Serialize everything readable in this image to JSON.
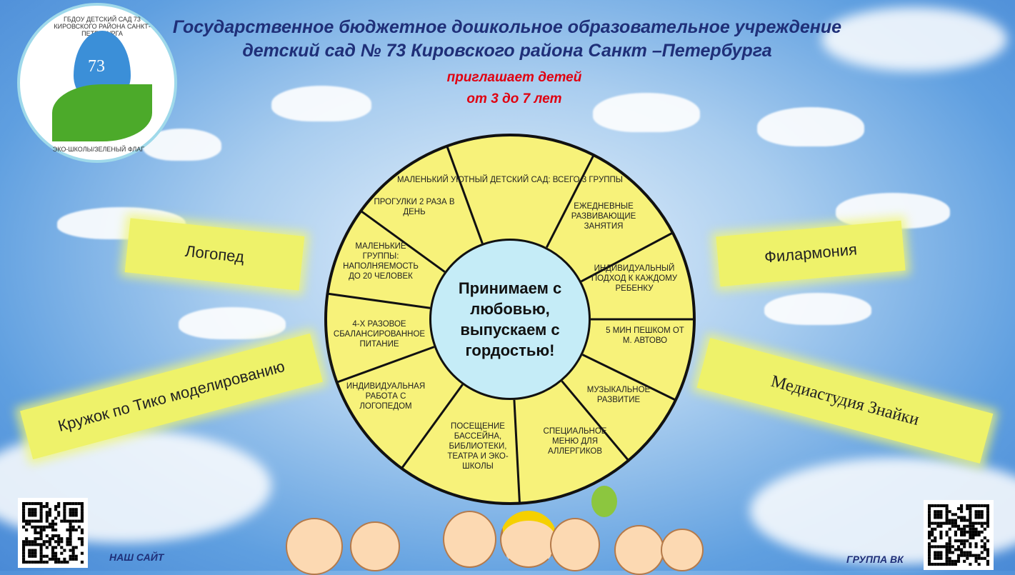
{
  "header": {
    "line1": "Государственное бюджетное дошкольное образовательное учреждение",
    "line2": "детский сад № 73  Кировского района Санкт –Петербурга",
    "invite1": "приглашает детей",
    "invite2": "от 3 до 7 лет"
  },
  "logo": {
    "number": "73",
    "top_text": "ГБДОУ ДЕТСКИЙ САД 73 КИРОВСКОГО РАЙОНА САНКТ-ПЕТЕРБУРГА",
    "bottom_text": "ЭКО-ШКОЛЫ/ЗЕЛЕНЫЙ ФЛАГ"
  },
  "wheel": {
    "center": "Принимаем с любовью, выпускаем с гордостью!",
    "segments": [
      "Маленький уютный детский сад: всего 3 группы",
      "Ежедневные развивающие занятия",
      "Индивидуальный подход к каждому ребенку",
      "5 мин пешком от м. Автово",
      "Музыкальное развитие",
      "Специальное меню для аллергиков",
      "Посещение бассейна, библиотеки, театра и эко-школы",
      "Индивидуальная работа с логопедом",
      "4-х разовое сбалансированное питание",
      "Маленькие группы: наполняемость до 20 человек",
      "Прогулки 2 раза в день"
    ]
  },
  "tags": {
    "logoped": "Логопед",
    "tiko": "Кружок по Тико моделированию",
    "philharmonic": "Филармония",
    "media": "Медиастудия  Знайки"
  },
  "footer": {
    "site": "НАШ САЙТ",
    "vk": "ГРУППА ВК"
  },
  "colors": {
    "title": "#1f2f78",
    "invite": "#e00010",
    "puzzle": "#f7f27a",
    "center": "#c5ecf7"
  }
}
